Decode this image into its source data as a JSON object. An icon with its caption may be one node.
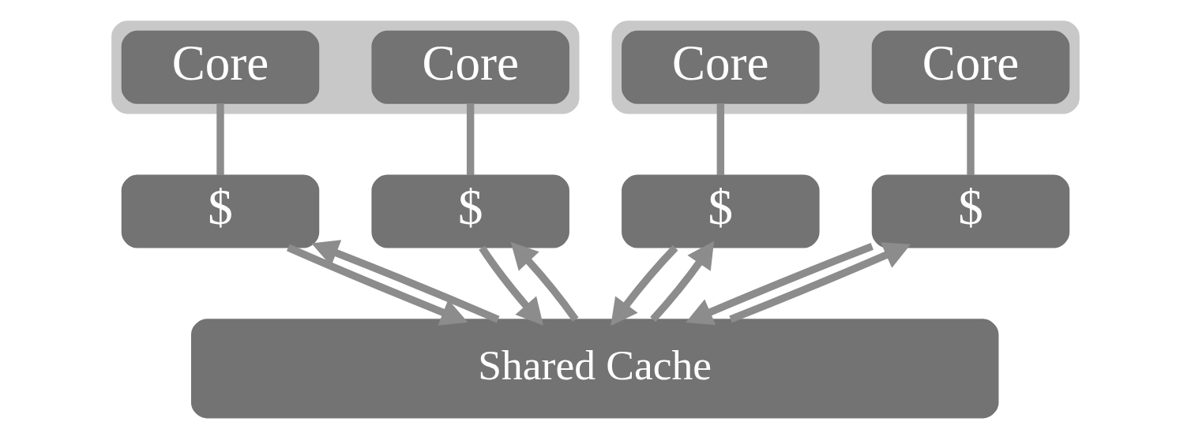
{
  "diagram": {
    "nodes": [
      {
        "text": [],
        "shape": "box"
      },
      {
        "text": [
          "Core"
        ],
        "in": 0
      },
      {
        "text": [
          "Core"
        ],
        "in": 0
      },
      {
        "text": [],
        "shape": "box"
      },
      {
        "text": [
          "Core"
        ],
        "in": 3
      },
      {
        "text": [
          "Core"
        ],
        "in": 3
      },
      {
        "text": [
          "$"
        ]
      },
      {
        "text": [
          "$"
        ]
      },
      {
        "text": [
          "$"
        ]
      },
      {
        "text": [
          "$"
        ]
      },
      {
        "text": [
          "Shared Cache"
        ]
      }
    ],
    "edges": [
      {
        "from": 1,
        "to": 6,
        "arrow": "none"
      },
      {
        "from": 2,
        "to": 7,
        "arrow": "none"
      },
      {
        "from": 4,
        "to": 8,
        "arrow": "none"
      },
      {
        "from": 5,
        "to": 9,
        "arrow": "none"
      },
      {
        "from": 10,
        "to": 6,
        "arrow": "to"
      },
      {
        "from": 6,
        "to": 10,
        "arrow": "to"
      },
      {
        "from": 10,
        "to": 7,
        "arrow": "to"
      },
      {
        "from": 7,
        "to": 10,
        "arrow": "to"
      },
      {
        "from": 10,
        "to": 8,
        "arrow": "to"
      },
      {
        "from": 8,
        "to": 10,
        "arrow": "to"
      },
      {
        "from": 10,
        "to": 9,
        "arrow": "to"
      },
      {
        "from": 9,
        "to": 10,
        "arrow": "to"
      }
    ]
  }
}
